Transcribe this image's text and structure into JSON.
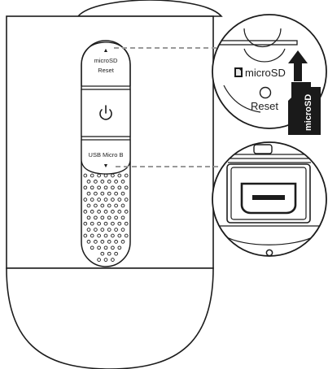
{
  "figure": {
    "device_labels": {
      "top_arrow": "▲",
      "microsd": "microSD",
      "reset": "Reset",
      "usb": "USB Micro B",
      "bottom_arrow": "▼"
    },
    "power_icon": "power-icon",
    "inset_top": {
      "microsd_label": "microSD",
      "reset_label": "Reset",
      "card_label": "microSD",
      "sd_icon": "sd-card-icon",
      "insert_icon": "insert-arrow-icon"
    },
    "inset_bottom": {
      "port_icon": "usb-micro-b-port-icon"
    },
    "colors": {
      "outline": "#1c1c1c",
      "leader_line": "#9a9a9a",
      "card": "#1a1a1a",
      "background": "#ffffff"
    }
  }
}
